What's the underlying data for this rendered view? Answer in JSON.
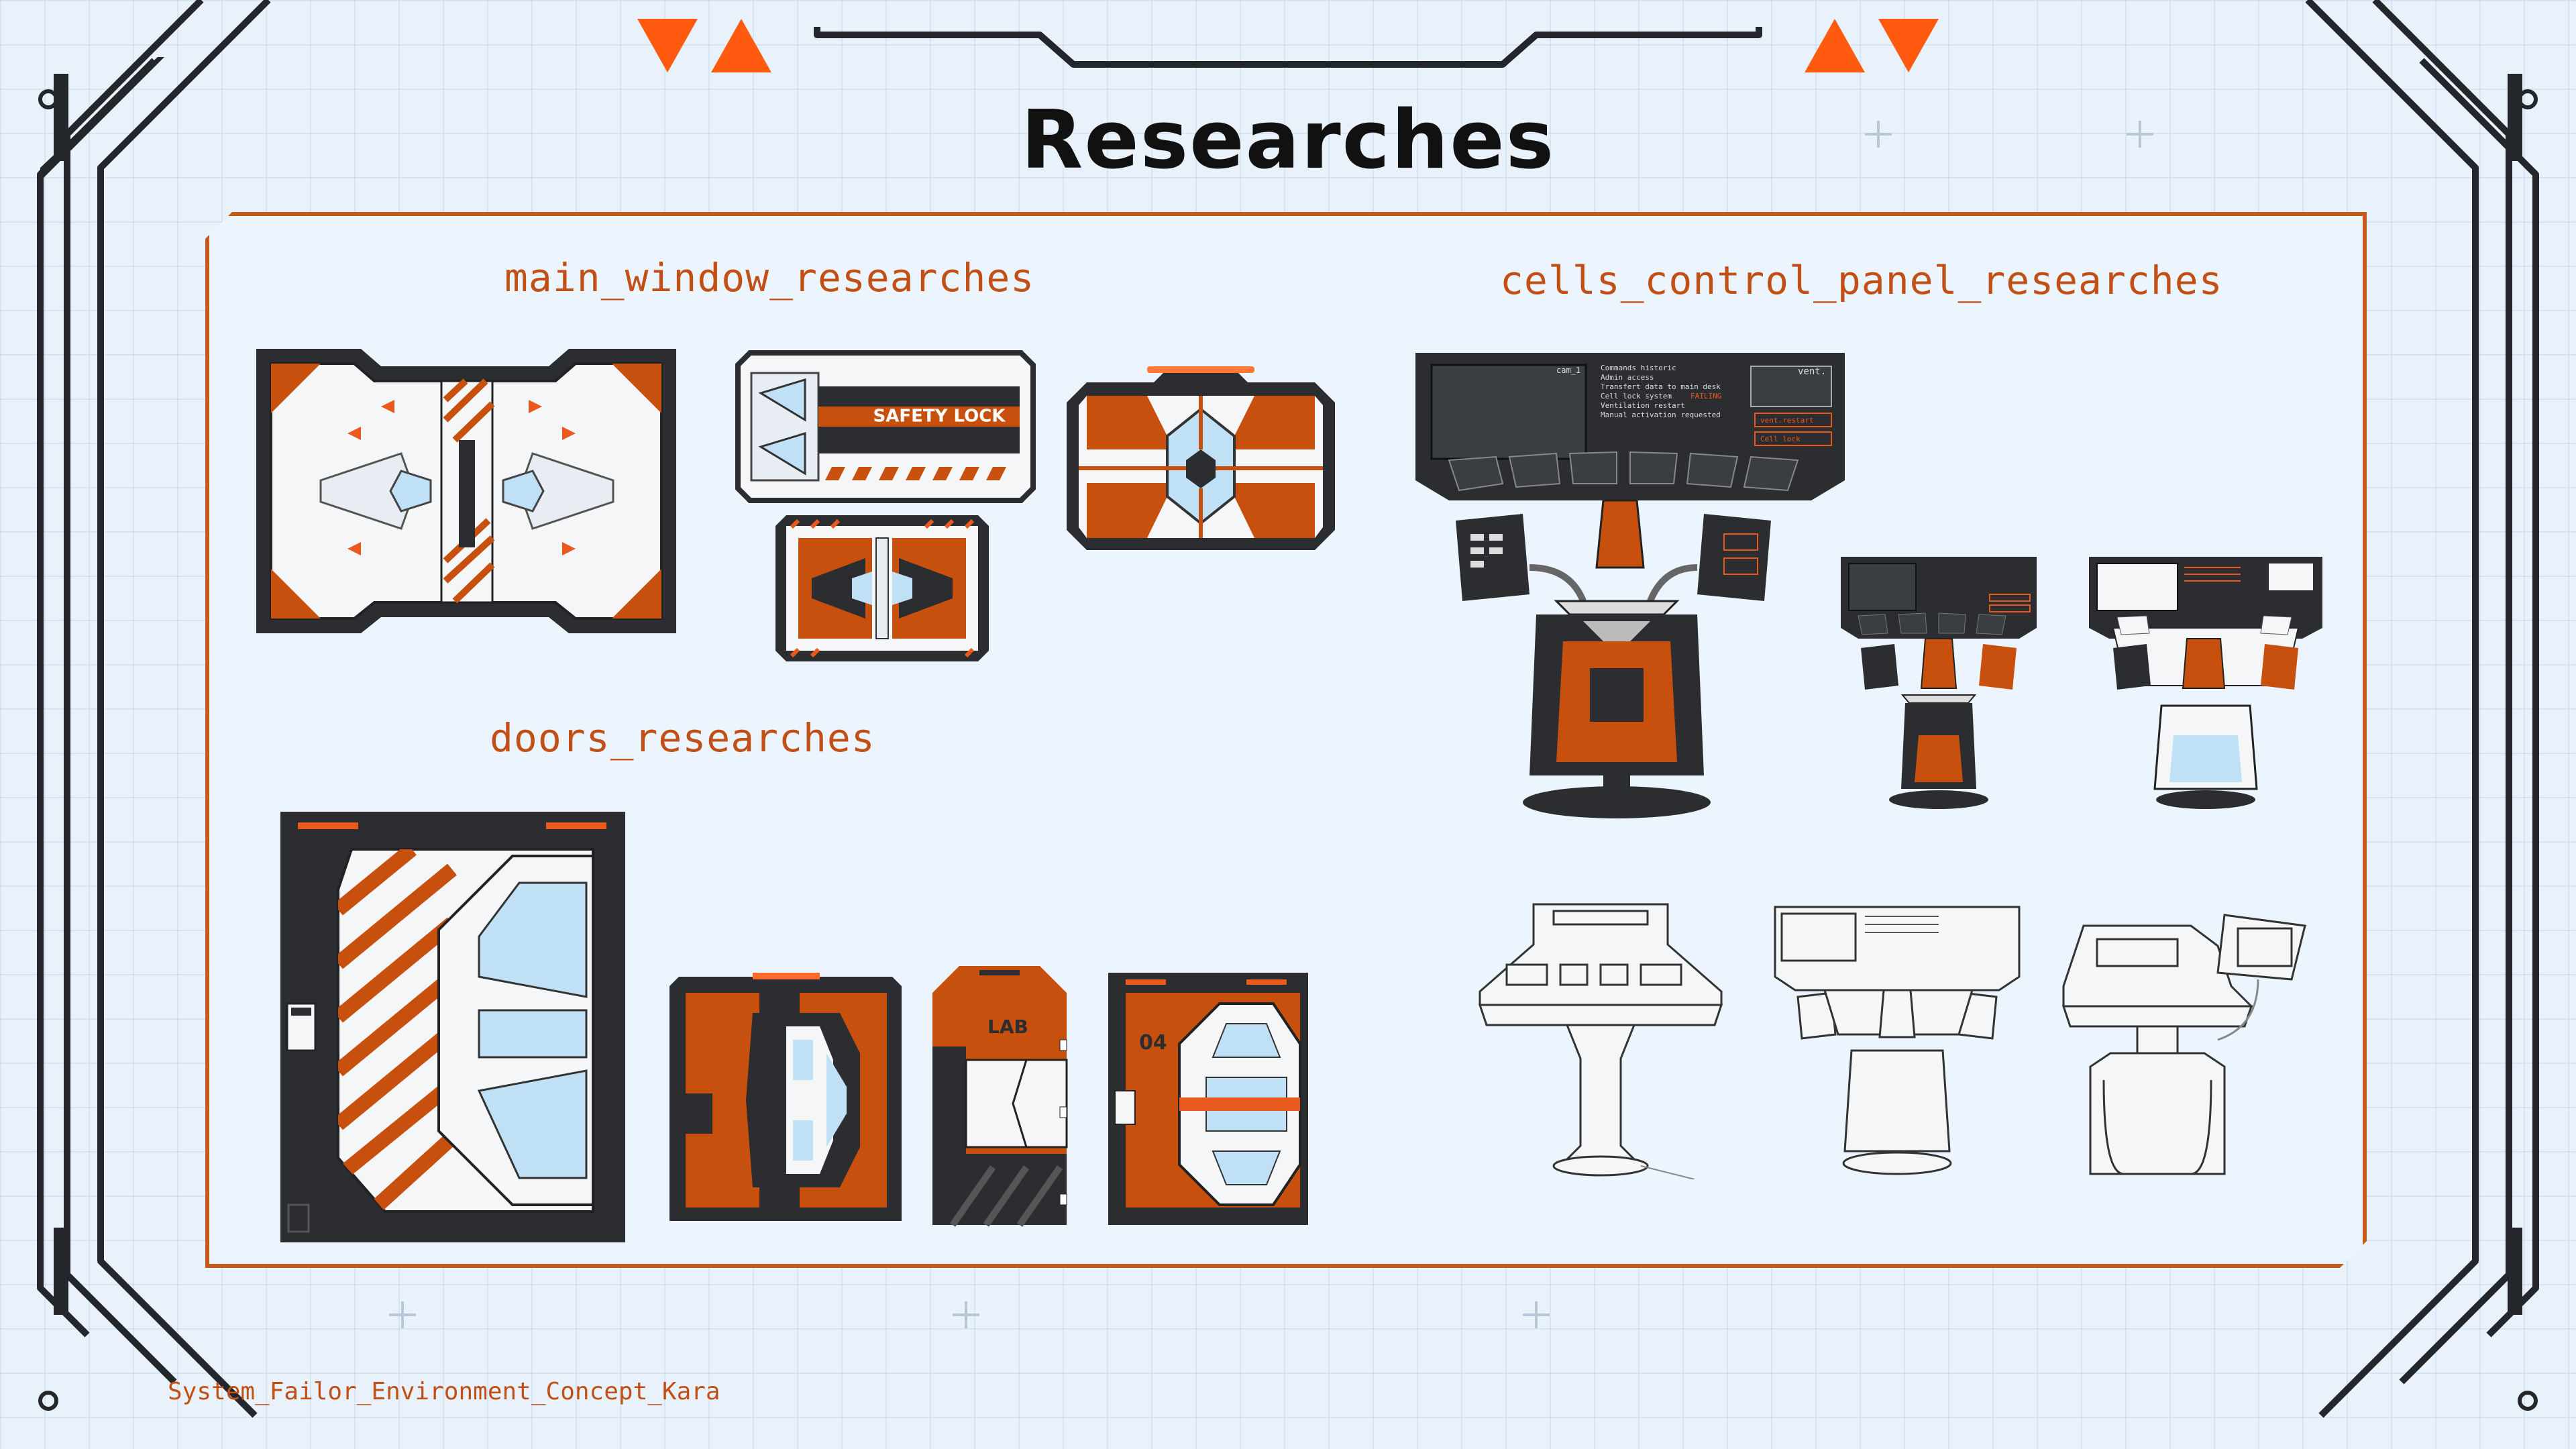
{
  "title": "Researches",
  "sections": {
    "main_window": "main_window_researches",
    "doors": "doors_researches",
    "cells_panel": "cells_control_panel_researches"
  },
  "credit": "System_Failor_Environment_Concept_Kara",
  "art_text": {
    "safety_lock": "SAFETY LOCK",
    "lab": "LAB",
    "door_number": "04",
    "cam": "cam_1",
    "vent": "vent.",
    "console_lines": [
      "Commands historic",
      "Admin access",
      "Transfert data to main desk",
      "Cell lock system",
      "Ventilation restart",
      "Manual activation requested"
    ],
    "failing": "FAILING",
    "vent_restart": "vent.restart",
    "cell_lock": "Cell lock"
  },
  "colors": {
    "accent": "#e8591e",
    "label": "#c24f16",
    "dark": "#2b2d31",
    "glass": "#bfe0f5",
    "background": "#e9f2fb"
  }
}
